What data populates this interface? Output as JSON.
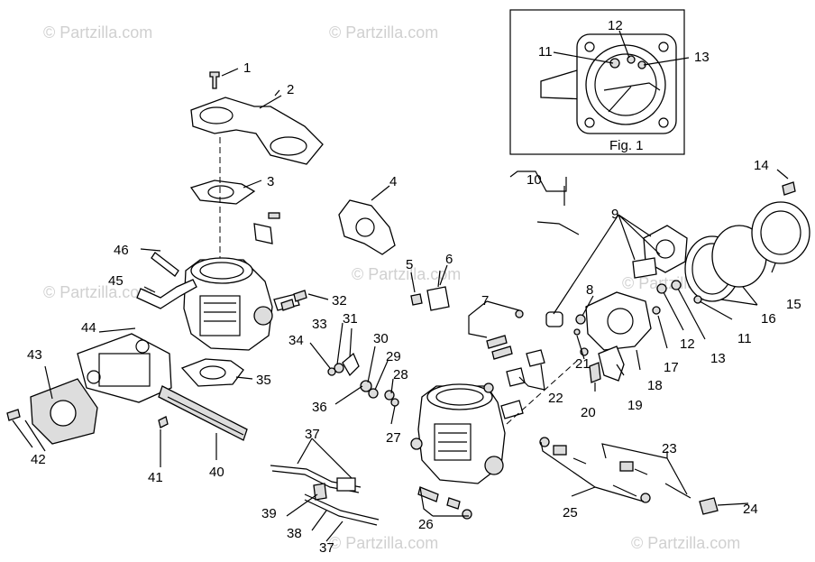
{
  "watermark": "© Partzilla.com",
  "figure_caption": "Fig. 1",
  "labels": {
    "l1": "1",
    "l2": "2",
    "l3": "3",
    "l4": "4",
    "l5": "5",
    "l6": "6",
    "l7": "7",
    "l8": "8",
    "l9": "9",
    "l10": "10",
    "l11a": "11",
    "l11b": "11",
    "l12a": "12",
    "l12b": "12",
    "l13a": "13",
    "l13b": "13",
    "l14": "14",
    "l15": "15",
    "l16": "16",
    "l17": "17",
    "l18": "18",
    "l19": "19",
    "l20": "20",
    "l21": "21",
    "l22": "22",
    "l23": "23",
    "l24": "24",
    "l25": "25",
    "l26": "26",
    "l27": "27",
    "l28": "28",
    "l29": "29",
    "l30": "30",
    "l31": "31",
    "l32": "32",
    "l33": "33",
    "l34": "34",
    "l35": "35",
    "l36": "36",
    "l37a": "37",
    "l37b": "37",
    "l38": "38",
    "l39": "39",
    "l40": "40",
    "l41": "41",
    "l42": "42",
    "l43": "43",
    "l44": "44",
    "l45": "45",
    "l46": "46"
  }
}
